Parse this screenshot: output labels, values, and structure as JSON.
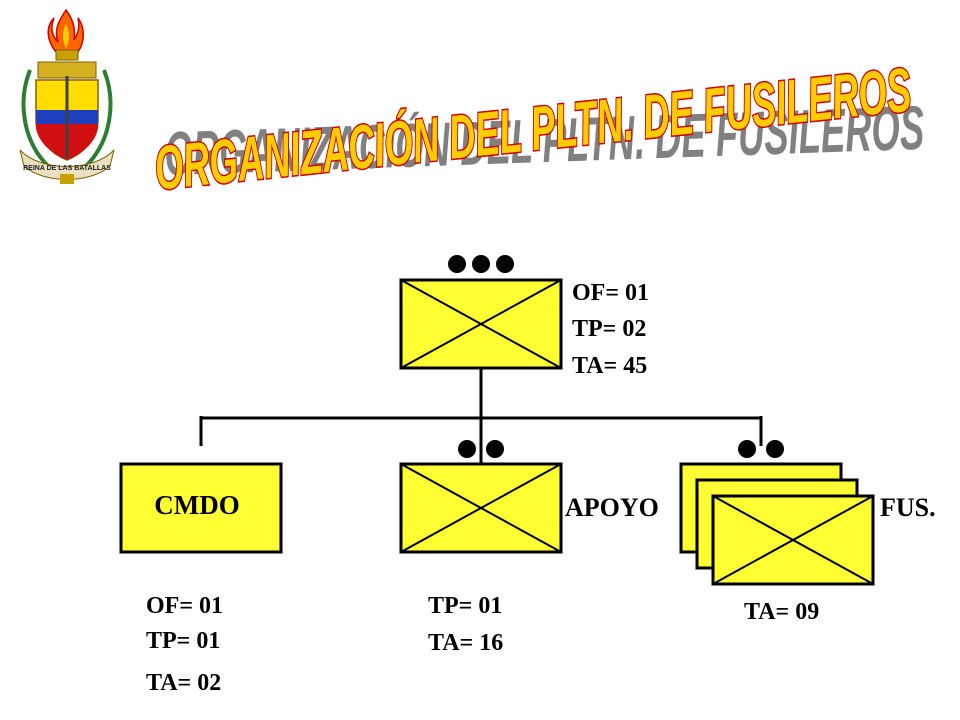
{
  "title": "ORGANIZACIÓN DEL PLTN. DE FUSILEROS",
  "emblem": {
    "motto": "REINA DE LAS BATALLAS",
    "icon": "army-crest-icon"
  },
  "colors": {
    "unit_fill": "#ffff33",
    "title_fill": "#ffcc00",
    "title_outline": "#cc0000",
    "title_shadow": "#808080",
    "line": "#000000"
  },
  "diagram": {
    "platoon": {
      "echelon_dots": 3,
      "stats": [
        "OF= 01",
        "TP= 02",
        "TA= 45"
      ]
    },
    "command": {
      "label": "CMDO",
      "stats": [
        "OF= 01",
        "TP= 01",
        "TA= 02"
      ]
    },
    "support": {
      "label": "APOYO",
      "echelon_dots": 2,
      "stats": [
        "TP= 01",
        "TA= 16"
      ]
    },
    "rifle": {
      "label": "FUS.",
      "echelon_dots": 2,
      "stack_count": 3,
      "stats": [
        "TA= 09"
      ]
    }
  }
}
